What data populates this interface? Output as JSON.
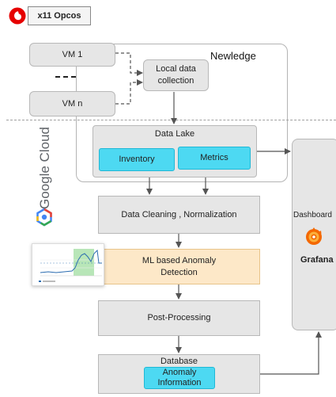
{
  "header": {
    "opcos_label": "x11 Opcos"
  },
  "newledge": {
    "title": "Newledge",
    "vm_first": "VM 1",
    "vm_last": "VM n",
    "local_collection": "Local data collection"
  },
  "data_lake": {
    "title": "Data Lake",
    "inventory": "Inventory",
    "metrics": "Metrics"
  },
  "google_cloud": {
    "label": "Google Cloud"
  },
  "pipeline": {
    "cleaning": "Data Cleaning , Normalization",
    "anomaly": "ML based Anomaly Detection",
    "post": "Post-Processing",
    "database": "Database",
    "anomaly_info": "Anomaly Information"
  },
  "dashboard": {
    "title": "Dashboard",
    "tool": "Grafana"
  },
  "colors": {
    "box_gray": "#e6e6e6",
    "accent_cyan": "#4dd9f2",
    "anomaly_fill": "#fde8c8",
    "vodafone_red": "#e60000",
    "grafana_orange": "#f46800"
  }
}
